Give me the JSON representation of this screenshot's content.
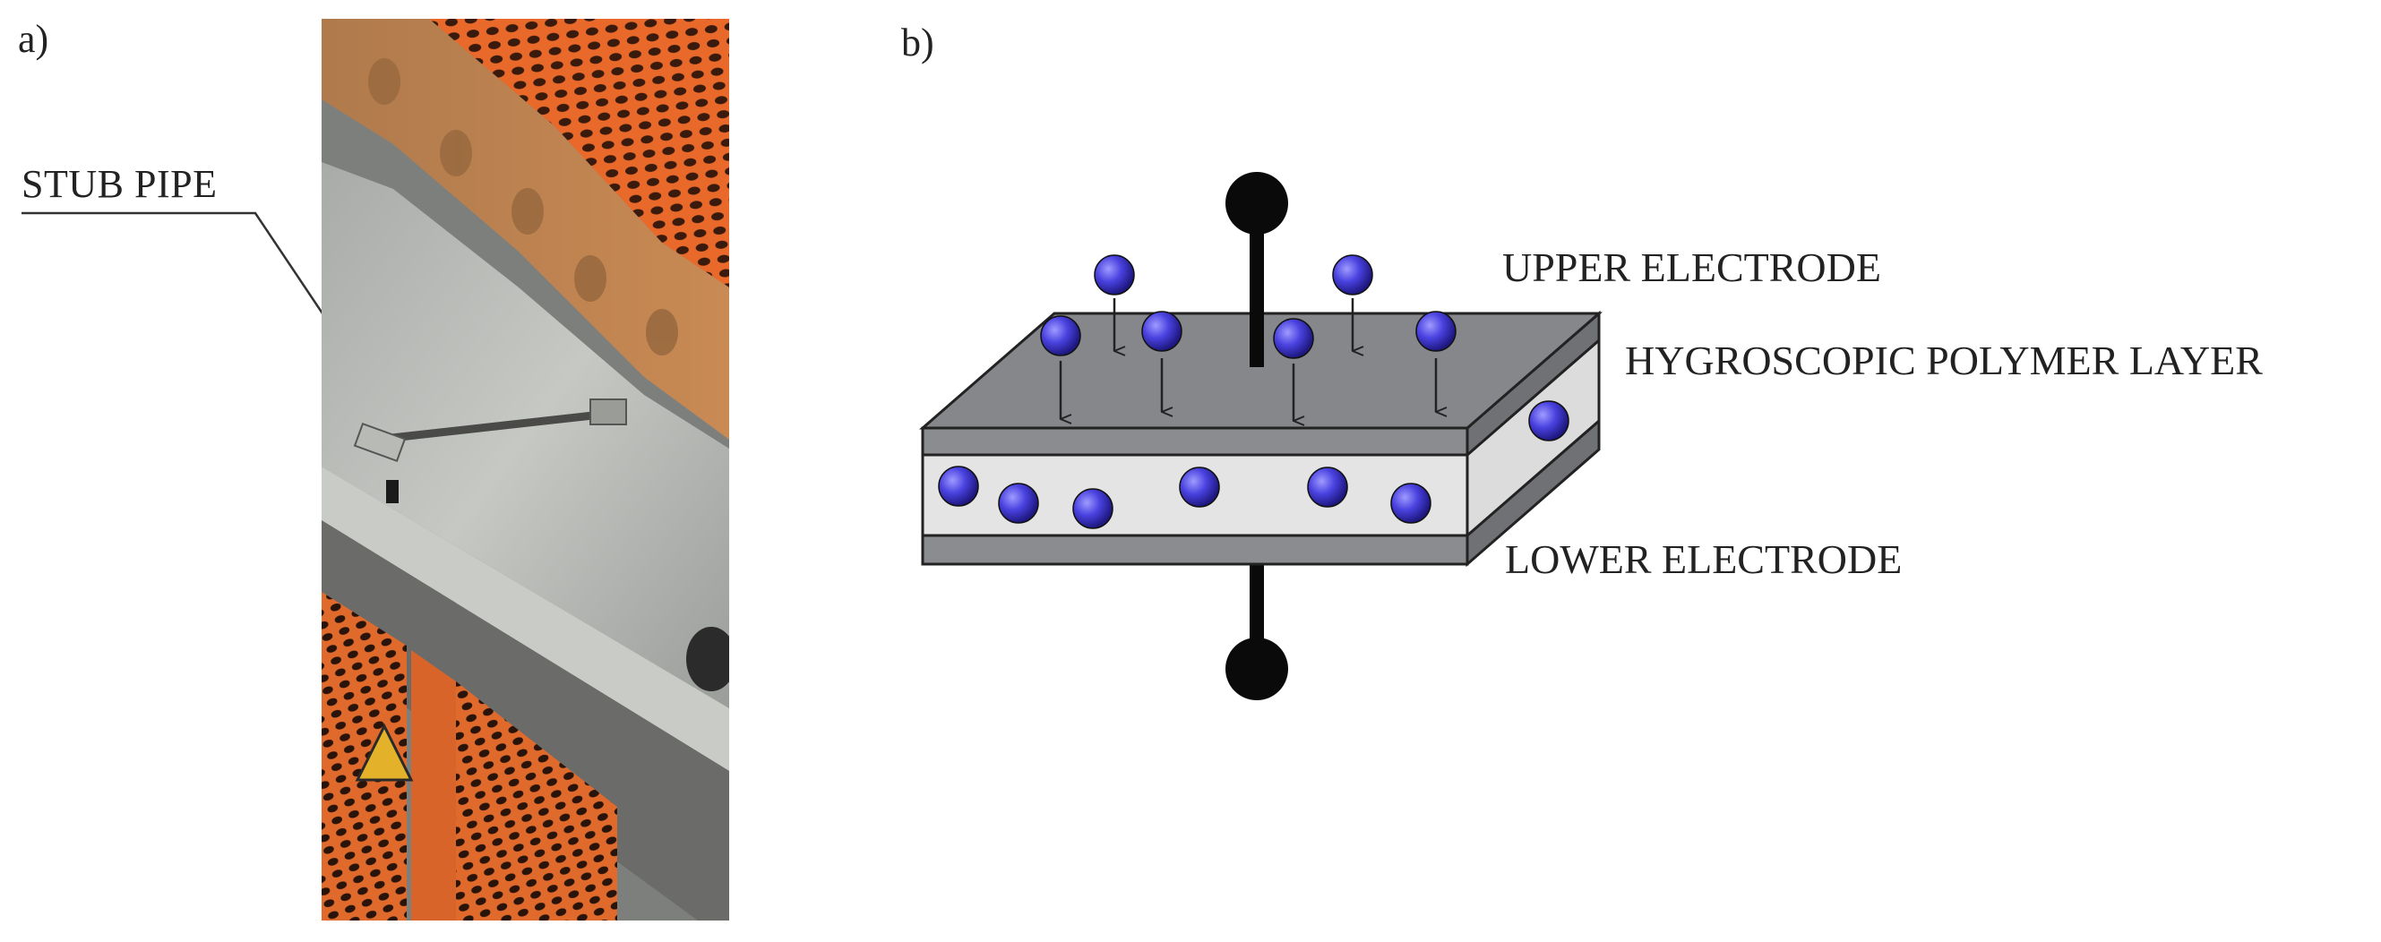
{
  "panels": {
    "a": {
      "label": "a)",
      "callout": "STUB PIPE"
    },
    "b": {
      "label": "b)",
      "upper_electrode": "UPPER ELECTRODE",
      "polymer_layer": "HYGROSCOPIC POLYMER LAYER",
      "lower_electrode": "LOWER ELECTRODE"
    }
  },
  "colors": {
    "orange_mesh": "#e8692a",
    "electrode_top": "#8a8c90",
    "electrode_side": "#6f7175",
    "polymer": "#e4e4e4",
    "molecule": "#3b33c8",
    "terminal": "#0a0a0a"
  }
}
